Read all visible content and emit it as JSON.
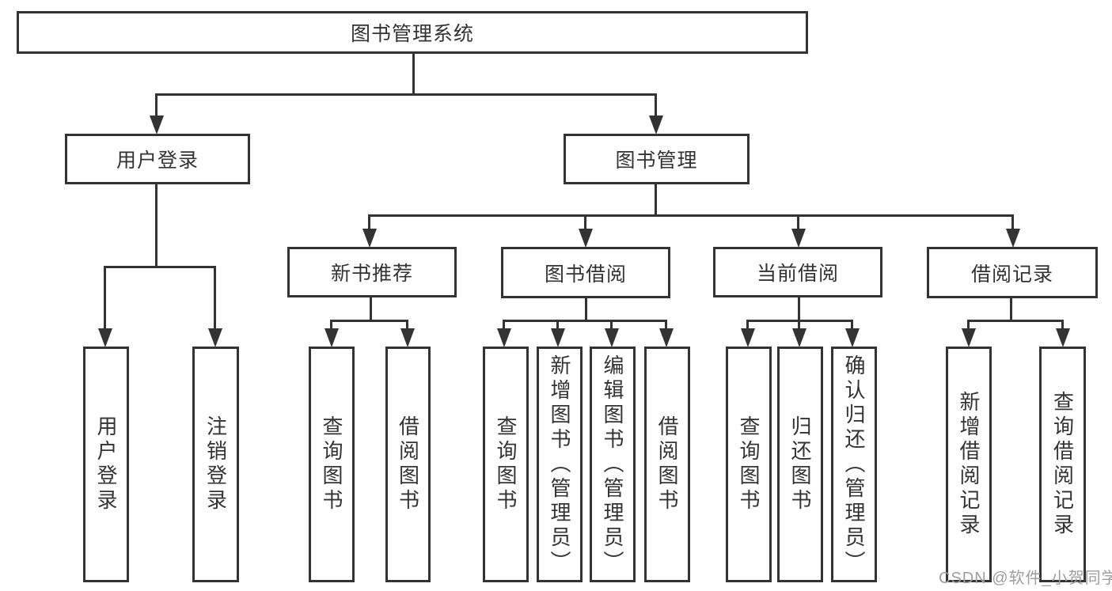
{
  "colors": {
    "line": "#333333",
    "text": "#333333",
    "box_background": "#ffffff",
    "page_background": "#ffffff",
    "watermark": "#9e9e9e"
  },
  "tree": {
    "root": {
      "label": "图书管理系统"
    },
    "branches": [
      {
        "label": "用户登录",
        "children": [
          {
            "label": "用户登录"
          },
          {
            "label": "注销登录"
          }
        ]
      },
      {
        "label": "图书管理",
        "sections": [
          {
            "label": "新书推荐",
            "children": [
              {
                "label": "查询图书"
              },
              {
                "label": "借阅图书"
              }
            ]
          },
          {
            "label": "图书借阅",
            "children": [
              {
                "label": "查询图书"
              },
              {
                "label": "新增图书（管理员）"
              },
              {
                "label": "编辑图书（管理员）"
              },
              {
                "label": "借阅图书"
              }
            ]
          },
          {
            "label": "当前借阅",
            "children": [
              {
                "label": "查询图书"
              },
              {
                "label": "归还图书"
              },
              {
                "label": "确认归还（管理员）"
              }
            ]
          },
          {
            "label": "借阅记录",
            "children": [
              {
                "label": "新增借阅记录"
              },
              {
                "label": "查询借阅记录"
              }
            ]
          }
        ]
      }
    ]
  },
  "watermark": {
    "text": "CSDN @软件_小贺同学"
  }
}
